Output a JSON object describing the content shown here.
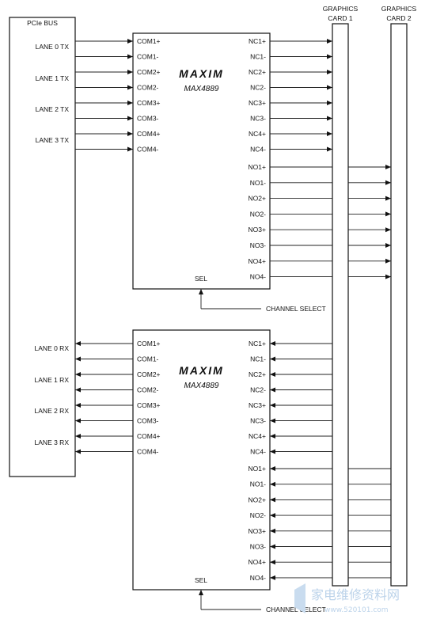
{
  "pcie_bus": {
    "title": "PCIe BUS",
    "tx_lanes": [
      "LANE 0 TX",
      "LANE 1 TX",
      "LANE 2 TX",
      "LANE 3 TX"
    ],
    "rx_lanes": [
      "LANE 0 RX",
      "LANE 1 RX",
      "LANE 2 RX",
      "LANE 3 RX"
    ]
  },
  "graphics_cards": [
    {
      "line1": "GRAPHICS",
      "line2": "CARD 1"
    },
    {
      "line1": "GRAPHICS",
      "line2": "CARD 2"
    }
  ],
  "switch": {
    "logo": "MAXIM",
    "part": "MAX4889",
    "com_pins": [
      "COM1+",
      "COM1-",
      "COM2+",
      "COM2-",
      "COM3+",
      "COM3-",
      "COM4+",
      "COM4-"
    ],
    "nc_pins": [
      "NC1+",
      "NC1-",
      "NC2+",
      "NC2-",
      "NC3+",
      "NC3-",
      "NC4+",
      "NC4-"
    ],
    "no_pins": [
      "NO1+",
      "NO1-",
      "NO2+",
      "NO2-",
      "NO3+",
      "NO3-",
      "NO4+",
      "NO4-"
    ],
    "sel": "SEL",
    "channel_select": "CHANNEL SELECT"
  },
  "watermark": {
    "text": "家电维修资料网",
    "url": "www.520101.com"
  }
}
